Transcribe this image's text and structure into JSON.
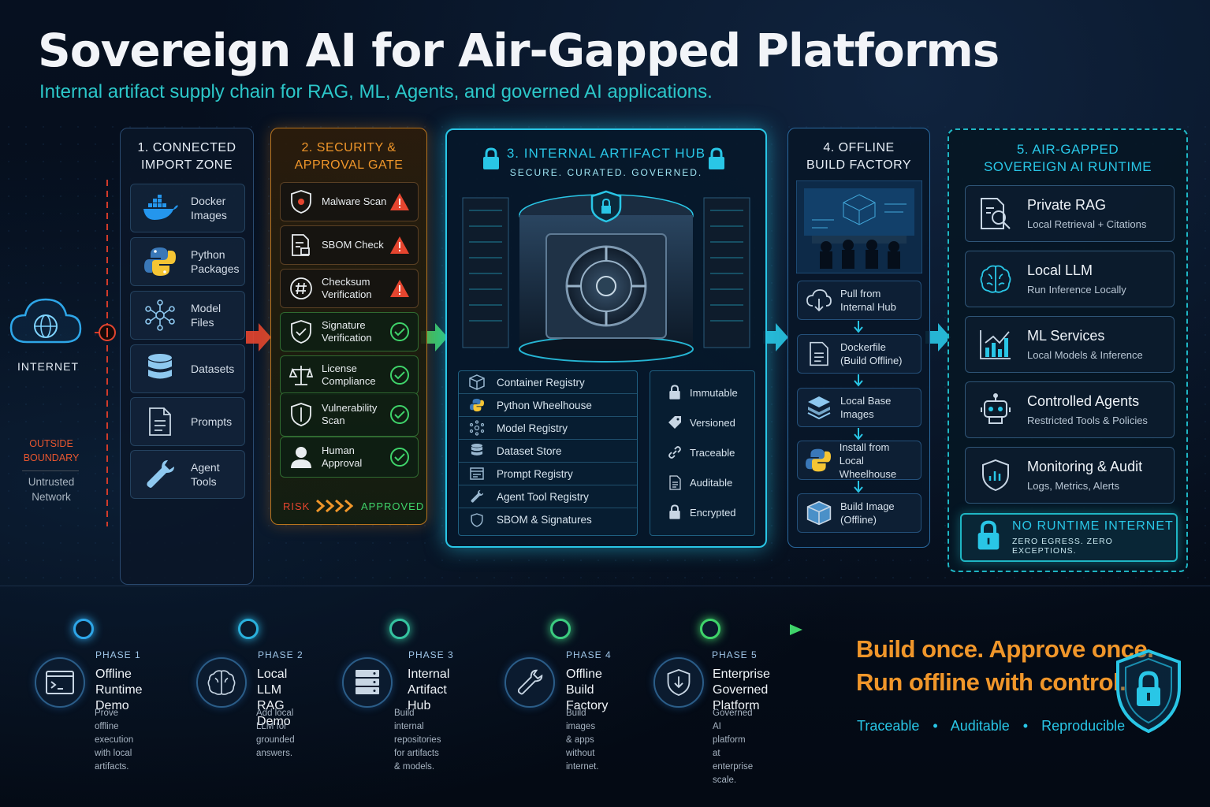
{
  "header": {
    "title": "Sovereign AI for Air-Gapped Platforms",
    "subtitle": "Internal artifact supply chain for RAG, ML, Agents, and governed AI applications."
  },
  "internet": {
    "label": "INTERNET",
    "boundary": "OUTSIDE\nBOUNDARY",
    "network": "Untrusted\nNetwork"
  },
  "zone1": {
    "title": "1. CONNECTED\nIMPORT ZONE",
    "items": [
      {
        "label": "Docker\nImages",
        "icon": "docker-icon"
      },
      {
        "label": "Python\nPackages",
        "icon": "python-icon"
      },
      {
        "label": "Model\nFiles",
        "icon": "model-network-icon"
      },
      {
        "label": "Datasets",
        "icon": "database-icon"
      },
      {
        "label": "Prompts",
        "icon": "document-icon"
      },
      {
        "label": "Agent\nTools",
        "icon": "wrench-icon"
      }
    ]
  },
  "zone2": {
    "title": "2. SECURITY &\nAPPROVAL GATE",
    "items": [
      {
        "label": "Malware Scan",
        "status": "warning"
      },
      {
        "label": "SBOM Check",
        "status": "warning"
      },
      {
        "label": "Checksum\nVerification",
        "status": "warning"
      },
      {
        "label": "Signature\nVerification",
        "status": "approved"
      },
      {
        "label": "License\nCompliance",
        "status": "approved"
      },
      {
        "label": "Vulnerability\nScan",
        "status": "approved"
      },
      {
        "label": "Human\nApproval",
        "status": "approved"
      }
    ],
    "risk": "RISK",
    "approved": "APPROVED"
  },
  "zone3": {
    "title": "3. INTERNAL ARTIFACT HUB",
    "tagline": "SECURE. CURATED. GOVERNED.",
    "registries": [
      "Container Registry",
      "Python Wheelhouse",
      "Model Registry",
      "Dataset Store",
      "Prompt Registry",
      "Agent Tool Registry",
      "SBOM & Signatures"
    ],
    "properties": [
      "Immutable",
      "Versioned",
      "Traceable",
      "Auditable",
      "Encrypted"
    ]
  },
  "zone4": {
    "title": "4. OFFLINE\nBUILD FACTORY",
    "steps": [
      "Pull from\nInternal Hub",
      "Dockerfile\n(Build Offline)",
      "Local Base\nImages",
      "Install from\nLocal Wheelhouse",
      "Build Image\n(Offline)"
    ]
  },
  "zone5": {
    "title": "5. AIR-GAPPED\nSOVEREIGN AI RUNTIME",
    "items": [
      {
        "title": "Private RAG",
        "desc": "Local Retrieval + Citations"
      },
      {
        "title": "Local LLM",
        "desc": "Run Inference Locally"
      },
      {
        "title": "ML Services",
        "desc": "Local Models & Inference"
      },
      {
        "title": "Controlled Agents",
        "desc": "Restricted Tools & Policies"
      },
      {
        "title": "Monitoring & Audit",
        "desc": "Logs, Metrics, Alerts"
      }
    ],
    "banner_title": "NO RUNTIME INTERNET",
    "banner_sub": "ZERO EGRESS. ZERO EXCEPTIONS."
  },
  "phases": [
    {
      "label": "PHASE 1",
      "name": "Offline\nRuntime Demo",
      "desc": "Prove offline execution\nwith local artifacts."
    },
    {
      "label": "PHASE 2",
      "name": "Local LLM\nRAG Demo",
      "desc": "Add local LLM for\ngrounded answers."
    },
    {
      "label": "PHASE 3",
      "name": "Internal\nArtifact Hub",
      "desc": "Build internal repositories\nfor artifacts & models."
    },
    {
      "label": "PHASE 4",
      "name": "Offline Build\nFactory",
      "desc": "Build images & apps\nwithout internet."
    },
    {
      "label": "PHASE 5",
      "name": "Enterprise\nGoverned Platform",
      "desc": "Governed AI platform\nat enterprise scale."
    }
  ],
  "tagline": {
    "line1": "Build once. Approve once.",
    "line2": "Run offline with control.",
    "traits": [
      "Traceable",
      "Auditable",
      "Reproducible"
    ]
  },
  "colors": {
    "accent": "#29c6e6",
    "warning": "#e5452f",
    "approved": "#3fd36a",
    "orange": "#f0962a"
  }
}
